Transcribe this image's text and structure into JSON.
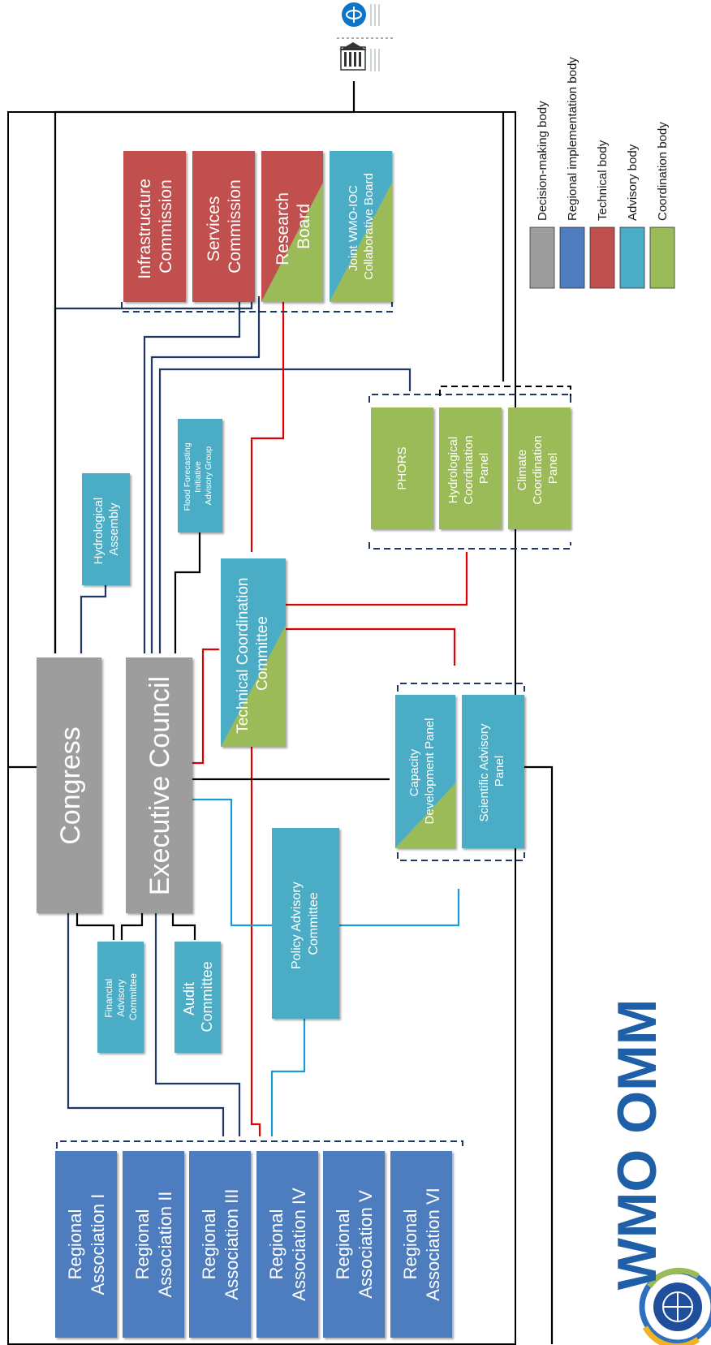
{
  "colors": {
    "decision": "#9d9d9d",
    "regional": "#4e7cbf",
    "technical": "#c0504d",
    "advisory": "#4bacc6",
    "coordination": "#9bbb59",
    "line_dark": "#1f3864",
    "line_black": "#000000",
    "line_red": "#e00000",
    "line_blue": "#1a9bd7"
  },
  "bodies": {
    "congress": "Congress",
    "executive_council": "Executive Council",
    "hydrological_assembly": [
      "Hydrological",
      "Assembly"
    ],
    "flood_forecasting": [
      "Flood Forecasting",
      "Initiative",
      "Advisory Group"
    ],
    "technical_coordination": [
      "Technical Coordination",
      "Committee"
    ],
    "financial_advisory": [
      "Financial",
      "Advisory",
      "Committee"
    ],
    "audit": [
      "Audit",
      "Committee"
    ],
    "policy_advisory": [
      "Policy Advisory",
      "Committee"
    ],
    "capacity_development": [
      "Capacity",
      "Development Panel"
    ],
    "scientific_advisory": [
      "Scientific Advisory",
      "Panel"
    ],
    "infrastructure": [
      "Infrastructure",
      "Commission"
    ],
    "services": [
      "Services",
      "Commission"
    ],
    "research": [
      "Research",
      "Board"
    ],
    "joint_wmo_ioc": [
      "Joint WMO-IOC",
      "Collaborative Board"
    ],
    "phors": "PHORS",
    "hydrological_coordination": [
      "Hydrological",
      "Coordination",
      "Panel"
    ],
    "climate_coordination": [
      "Climate",
      "Coordination",
      "Panel"
    ]
  },
  "regional_associations": [
    [
      "Regional",
      "Association I"
    ],
    [
      "Regional",
      "Association II"
    ],
    [
      "Regional",
      "Association III"
    ],
    [
      "Regional",
      "Association IV"
    ],
    [
      "Regional",
      "Association V"
    ],
    [
      "Regional",
      "Association VI"
    ]
  ],
  "legend": [
    {
      "label": "Decision-making body",
      "color": "#9d9d9d"
    },
    {
      "label": "Regional implementation body",
      "color": "#4e7cbf"
    },
    {
      "label": "Technical body",
      "color": "#c0504d"
    },
    {
      "label": "Advisory body",
      "color": "#4bacc6"
    },
    {
      "label": "Coordination body",
      "color": "#9bbb59"
    }
  ],
  "logo": {
    "text": "WMO OMM"
  }
}
